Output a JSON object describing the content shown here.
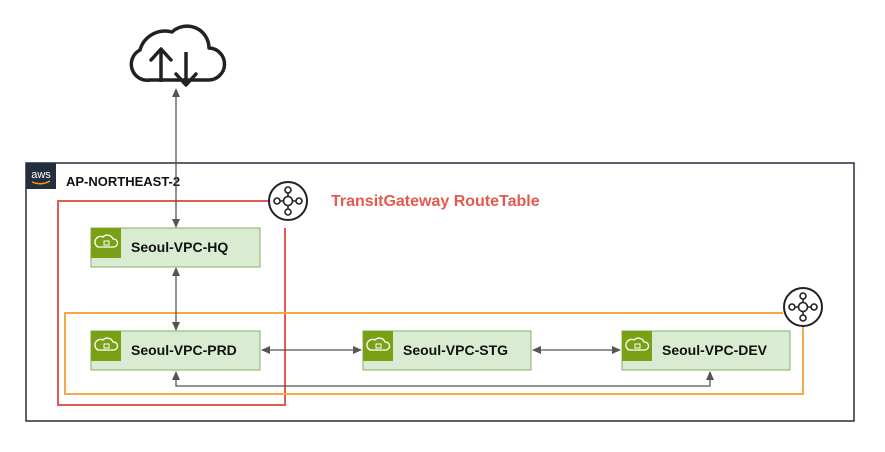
{
  "region": {
    "badge": "aws",
    "label": "AP-NORTHEAST-2"
  },
  "route_table_label": "TransitGateway RouteTable",
  "vpcs": {
    "hq": "Seoul-VPC-HQ",
    "prd": "Seoul-VPC-PRD",
    "stg": "Seoul-VPC-STG",
    "dev": "Seoul-VPC-DEV"
  },
  "colors": {
    "route_table_red": "#e55a4f",
    "route_table_orange": "#f5a84a",
    "vpc_fill": "#d9ebd0",
    "vpc_border": "#82b366",
    "vpc_icon_bg": "#7aa116",
    "arrow": "#555555"
  },
  "icons": {
    "internet": "cloud-upload-download-icon",
    "transit_gateway": "transit-gateway-icon",
    "vpc": "vpc-cloud-lock-icon"
  }
}
